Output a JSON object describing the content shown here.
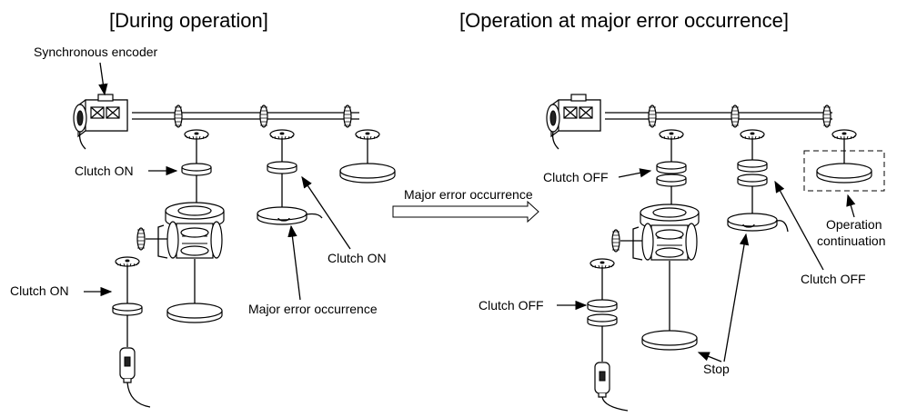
{
  "titles": {
    "left": "[During operation]",
    "right": "[Operation at major error occurrence]"
  },
  "left_panel": {
    "encoder_label": "Synchronous encoder",
    "clutch_top": "Clutch ON",
    "clutch_right": "Clutch ON",
    "clutch_bottom": "Clutch ON",
    "error_label": "Major error occurrence"
  },
  "transition": {
    "label": "Major error occurrence"
  },
  "right_panel": {
    "clutch_top": "Clutch OFF",
    "clutch_right": "Clutch OFF",
    "clutch_bottom": "Clutch OFF",
    "continuation_line1": "Operation",
    "continuation_line2": "continuation",
    "stop_label": "Stop"
  }
}
